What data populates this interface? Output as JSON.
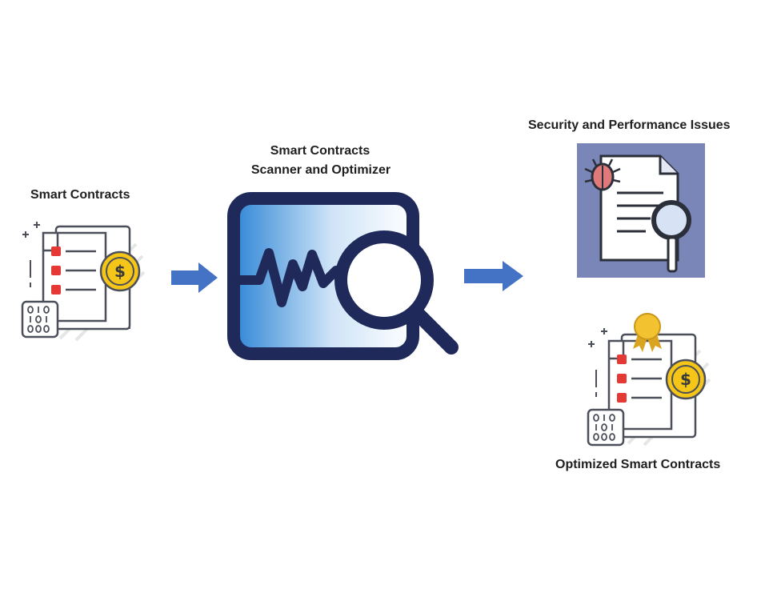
{
  "nodes": {
    "input": {
      "label": "Smart Contracts"
    },
    "scanner": {
      "label_line1": "Smart Contracts",
      "label_line2": "Scanner and Optimizer"
    },
    "issues": {
      "label": "Security and Performance Issues"
    },
    "output": {
      "label": "Optimized Smart Contracts"
    }
  },
  "icons": {
    "contract": "contract-document-icon",
    "coin": "dollar-coin-icon",
    "binary": "binary-code-icon",
    "scanner": "waveform-magnifier-icon",
    "bug": "bug-icon",
    "badge": "award-badge-icon",
    "arrow": "right-arrow-icon"
  },
  "colors": {
    "navy": "#1f2a5a",
    "arrow_blue": "#4472c4",
    "scanner_gradient_start": "#2f86d6",
    "issues_bg": "#7a86b8",
    "red_box": "#e53935",
    "coin_gold": "#f5c518",
    "doc_gray": "#5a5f6a"
  }
}
